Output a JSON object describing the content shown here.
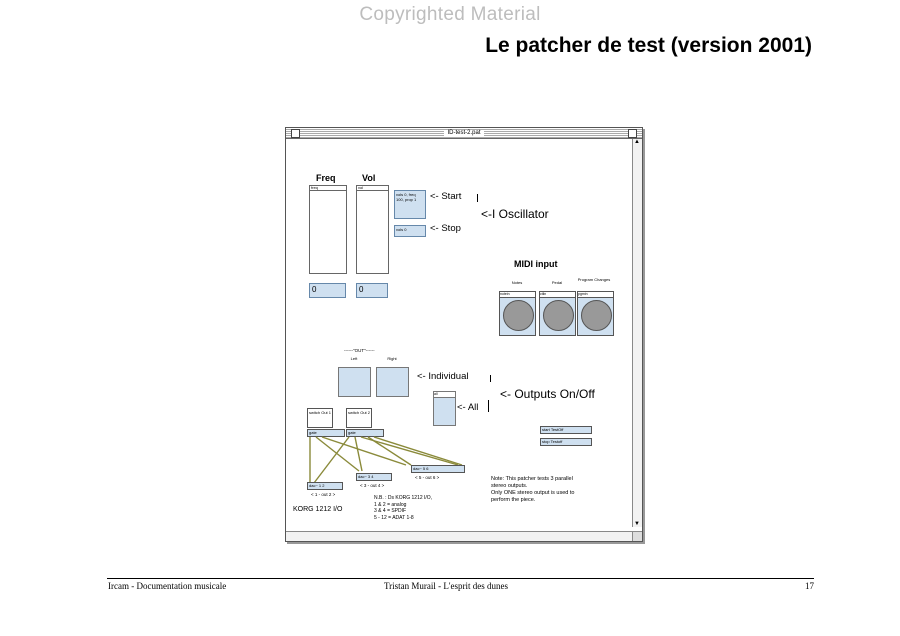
{
  "watermark": "Copyrighted Material",
  "page_title": "Le patcher de test (version 2001)",
  "window": {
    "title": "ID-test-2.pat",
    "freq_label": "Freq",
    "vol_label": "Vol",
    "freq_slider_head": "freq",
    "vol_slider_head": "vol",
    "freq_value": "0",
    "vol_value": "0",
    "start_msg": "vols 0, freq 100, prop 1",
    "stop_msg": "vols 0",
    "start_ann": "<- Start",
    "stop_ann": "<- Stop",
    "oscillator_ann": "<-I Oscillator",
    "midi_title": "MIDI input",
    "midi_dials": [
      {
        "label": "Notes",
        "head": "notein"
      },
      {
        "label": "Pedal",
        "head": "ctlin"
      },
      {
        "label": "Program Changes",
        "head": "pgmin"
      }
    ],
    "out_group_label": "------\"OUT\"------",
    "toggle_left_label": "Left",
    "toggle_right_label": "Right",
    "individual_ann": "<- Individual",
    "all_ann": "<- All",
    "outputs_ann": "<- Outputs On/Off",
    "all_toggle_head": "all",
    "switch_a": "switch Out 1",
    "switch_b": "switch Out 2",
    "gate_a": "gate",
    "gate_b": "gate",
    "dac_1": "dac~ 1 2",
    "dac_2": "dac~ 3 4",
    "dac_3": "dac~ 5 6",
    "out_label_1": "< 1 - out 2 >",
    "out_label_2": "< 3 - out 4 >",
    "out_label_3": "< 5 - out 6 >",
    "btn_start": "start TestOff",
    "btn_stop": "stop Testoff",
    "korg_label": "KORG 1212 I/O",
    "nb_lines": [
      "N.B. : Ds KORG 1212 I/O,",
      "1 & 2 = analog",
      "3 & 4 = SPDIF",
      "5 - 12 = ADAT 1-8"
    ],
    "note_lines": [
      "Note: This patcher tests 3 parallel",
      "stereo outputs.",
      "Only ONE stereo output is used to",
      "perform the piece."
    ]
  },
  "footer": {
    "left": "Ircam - Documentation musicale",
    "center": "Tristan Murail - L'esprit des dunes",
    "page_number": "17"
  }
}
